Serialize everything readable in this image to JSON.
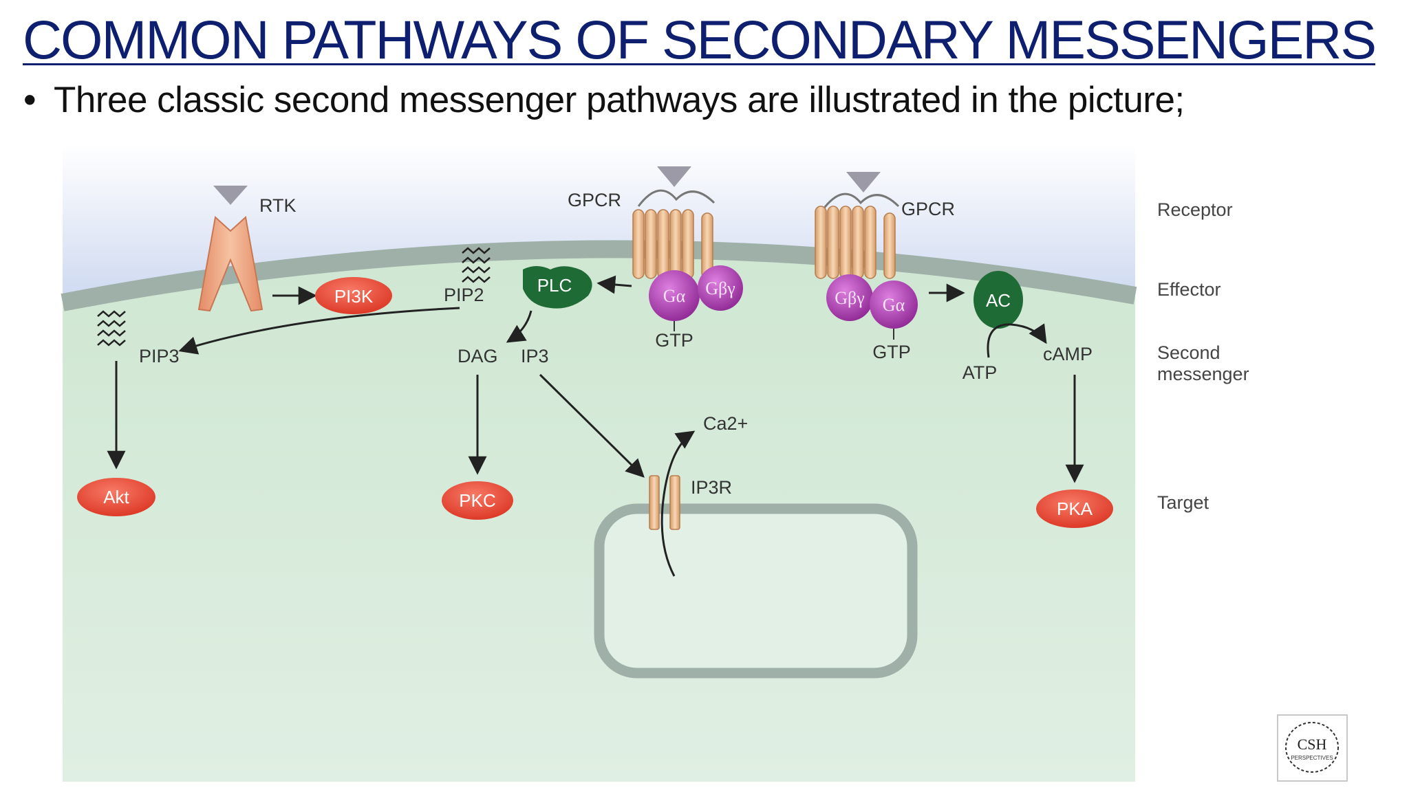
{
  "slide": {
    "title": "COMMON PATHWAYS OF SECONDARY MESSENGERS",
    "bullet": "Three classic second messenger pathways are illustrated in the picture;"
  },
  "diagram": {
    "row_labels": {
      "receptor": "Receptor",
      "effector": "Effector",
      "second_messenger_1": "Second",
      "second_messenger_2": "messenger",
      "target": "Target"
    },
    "pathway_rtk": {
      "receptor": "RTK",
      "effector": "PI3K",
      "second_messenger": "PIP3",
      "target": "Akt"
    },
    "pathway_plc": {
      "receptor": "GPCR",
      "effector": "PLC",
      "substrate": "PIP2",
      "g_alpha": "Gα",
      "g_betagamma": "Gβγ",
      "gtp": "GTP",
      "dag": "DAG",
      "ip3": "IP3",
      "calcium": "Ca2+",
      "ip3_receptor": "IP3R",
      "target": "PKC"
    },
    "pathway_ac": {
      "receptor": "GPCR",
      "effector": "AC",
      "g_alpha": "Gα",
      "g_betagamma": "Gβγ",
      "gtp": "GTP",
      "atp": "ATP",
      "second_messenger": "cAMP",
      "target": "PKA"
    },
    "logo": "CSH PERSPECTIVES",
    "colors": {
      "title": "#0d1f6e",
      "cytoplasm": "#d7ecdc",
      "membrane": "#9fb0a8",
      "receptor": "#eba882",
      "target": "#e43d2a",
      "effector_green": "#1f6b35",
      "g_protein": "#a63ea8",
      "ligand": "#9b9aa6"
    }
  }
}
